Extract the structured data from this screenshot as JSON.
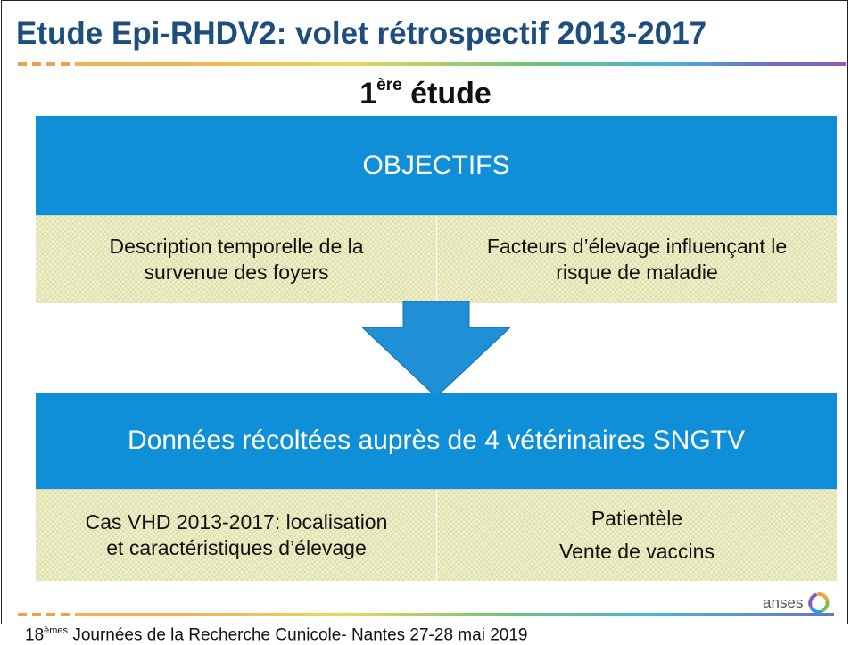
{
  "title": "Etude Epi-RHDV2: volet rétrospectif 2013-2017",
  "subtitle": {
    "main": "1",
    "sup": "ère",
    "rest": " étude"
  },
  "box1": {
    "header": "OBJECTIFS",
    "left": [
      "Description temporelle de la",
      "survenue des foyers"
    ],
    "right": [
      "Facteurs d’élevage influençant le",
      "risque de maladie"
    ]
  },
  "box2": {
    "header": "Données récoltées auprès de 4 vétérinaires SNGTV",
    "left": [
      "Cas VHD 2013-2017: localisation",
      "et caractéristiques d’élevage"
    ],
    "right": [
      "Patientèle",
      "Vente de vaccins"
    ]
  },
  "logo": {
    "text": "anses",
    "icon": "anses-logo-icon"
  },
  "footer": {
    "prefix": "18",
    "sup": "èmes",
    "rest": " Journées de la Recherche Cunicole- Nantes 27-28 mai 2019"
  },
  "colors": {
    "title": "#1d4e7e",
    "blue": "#0f8fd8",
    "panel": "#f0f0c8",
    "arrow": "#1f8fd6"
  }
}
